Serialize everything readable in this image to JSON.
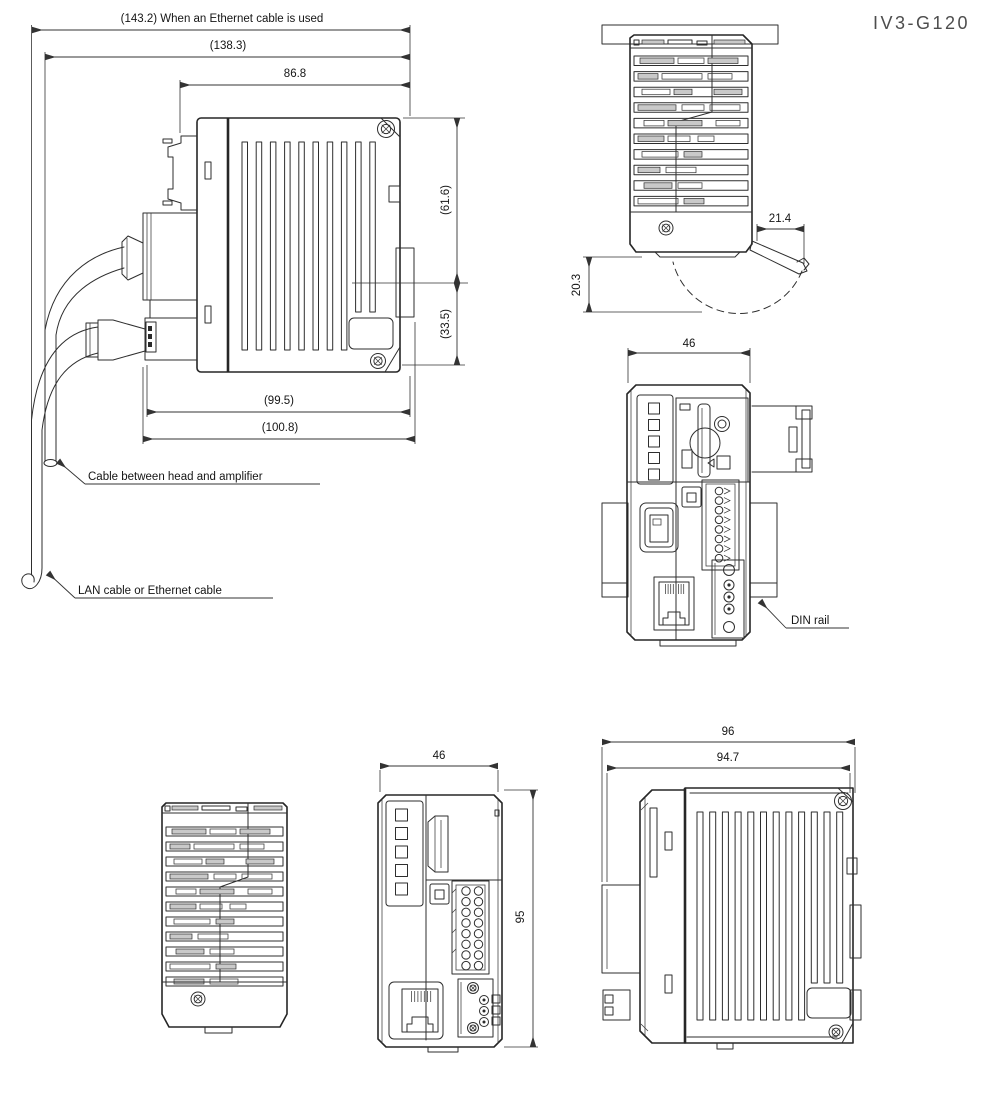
{
  "drawing": {
    "title": "IV3-G120",
    "side_view": {
      "dim_overall_ethernet": "(143.2) When an Ethernet cable is used",
      "dim_overall": "(138.3)",
      "dim_body_width": "86.8",
      "dim_upper_height": "(61.6)",
      "dim_lower_height": "(33.5)",
      "dim_depth_inner": "(99.5)",
      "dim_depth_outer": "(100.8)",
      "label_head_cable": "Cable between head and amplifier",
      "label_lan_cable": "LAN cable or Ethernet cable"
    },
    "top_view": {
      "dim_door_width": "21.4",
      "dim_door_swing": "20.3"
    },
    "front_view_din": {
      "dim_width": "46",
      "label_din_rail": "DIN rail"
    },
    "front_view": {
      "dim_width": "46",
      "dim_height": "95"
    },
    "rear_side_view": {
      "dim_overall_width": "96",
      "dim_body_width": "94.7"
    }
  }
}
